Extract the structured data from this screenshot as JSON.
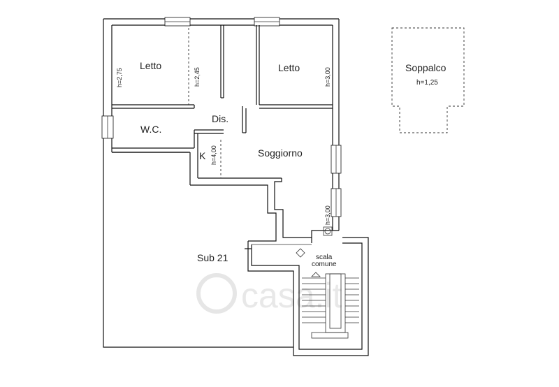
{
  "rooms": {
    "letto_left": "Letto",
    "letto_right": "Letto",
    "dis": "Dis.",
    "wc": "W.C.",
    "k": "K",
    "soggiorno": "Soggiorno",
    "sub21": "Sub 21",
    "scala_line1": "scala",
    "scala_line2": "comune",
    "soppalco": "Soppalco"
  },
  "heights": {
    "h_left": "h=2,75",
    "h_mid": "h=2,45",
    "h_right": "h=3,00",
    "h_k": "h=4,00",
    "h_soggiorno": "h=3,00",
    "h_soppalco": "h=1,25"
  },
  "watermark": "casa.it"
}
